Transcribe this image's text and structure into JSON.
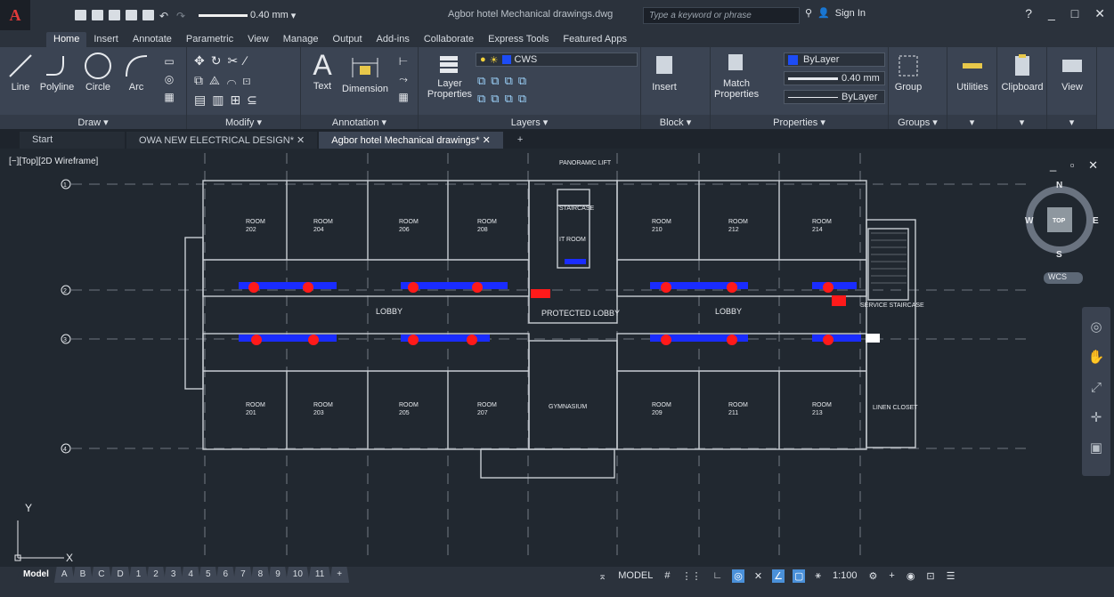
{
  "title_bar": {
    "document_title": "Agbor hotel Mechanical drawings.dwg",
    "search_placeholder": "Type a keyword or phrase",
    "sign_in": "Sign In",
    "lineweight": "0.40 mm",
    "logo": "A"
  },
  "menu": [
    "Home",
    "Insert",
    "Annotate",
    "Parametric",
    "View",
    "Manage",
    "Output",
    "Add-ins",
    "Collaborate",
    "Express Tools",
    "Featured Apps"
  ],
  "ribbon": {
    "draw": {
      "panel": "Draw ▾",
      "line": "Line",
      "polyline": "Polyline",
      "circle": "Circle",
      "arc": "Arc"
    },
    "modify": {
      "panel": "Modify ▾"
    },
    "annotation": {
      "panel": "Annotation ▾",
      "text": "Text",
      "dimension": "Dimension"
    },
    "layers": {
      "panel": "Layers ▾",
      "layer_properties_1": "Layer",
      "layer_properties_2": "Properties",
      "current_layer": "CWS"
    },
    "block": {
      "panel": "Block ▾",
      "insert": "Insert"
    },
    "properties": {
      "panel": "Properties ▾",
      "match_1": "Match",
      "match_2": "Properties",
      "color": "ByLayer",
      "lineweight": "0.40 mm",
      "linetype": "ByLayer"
    },
    "groups": {
      "panel": "Groups ▾",
      "group": "Group"
    },
    "utilities": "Utilities",
    "clipboard": "Clipboard",
    "view": "View"
  },
  "file_tabs": [
    {
      "label": "Start"
    },
    {
      "label": "OWA NEW ELECTRICAL DESIGN*  ✕"
    },
    {
      "label": "Agbor hotel Mechanical drawings*  ✕"
    },
    {
      "label": "+"
    }
  ],
  "viewport": {
    "label": "[−][Top][2D Wireframe]",
    "viewcube": {
      "n": "N",
      "s": "S",
      "e": "E",
      "w": "W",
      "top": "TOP"
    },
    "wcs": "WCS"
  },
  "drawing": {
    "grid_labels": [
      "1",
      "2",
      "3",
      "4"
    ],
    "rooms_top": [
      "ROOM\n202",
      "ROOM\n204",
      "ROOM\n206",
      "ROOM\n208",
      "ROOM\n210",
      "ROOM\n212",
      "ROOM\n214"
    ],
    "rooms_bottom": [
      "ROOM\n201",
      "ROOM\n203",
      "ROOM\n205",
      "ROOM\n207",
      "ROOM\n209",
      "ROOM\n211",
      "ROOM\n213"
    ],
    "panoramic_lift": "PANORAMIC LIFT",
    "staircase": "STAIRCASE",
    "it_room": "IT ROOM",
    "lobby": "LOBBY",
    "protected_lobby": "PROTECTED LOBBY",
    "service_staircase": "SERVICE STAIRCASE",
    "gymnasium": "GYMNASIUM",
    "linen_closet": "LINEN CLOSET",
    "ucs_y": "Y",
    "ucs_x": "X"
  },
  "layout_tabs": [
    "Model",
    "A",
    "B",
    "C",
    "D",
    "1",
    "2",
    "3",
    "4",
    "5",
    "6",
    "7",
    "8",
    "9",
    "10",
    "11",
    "+"
  ],
  "status": {
    "model": "MODEL",
    "scale": "1:100"
  }
}
